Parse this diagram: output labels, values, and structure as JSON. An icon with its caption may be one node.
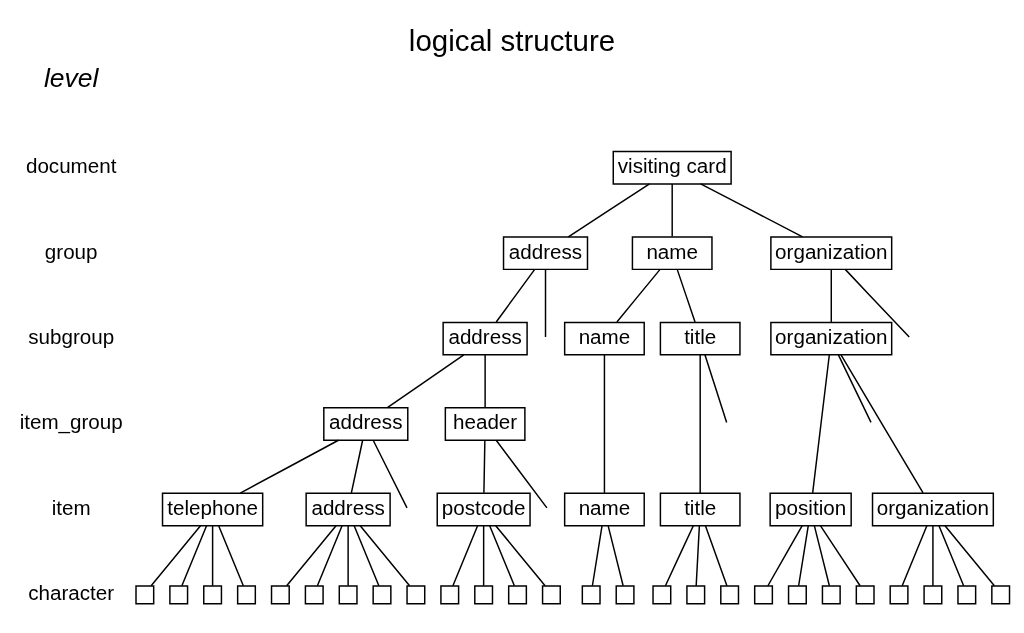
{
  "diagram": {
    "title": "logical structure",
    "nodes": [
      {
        "text": [
          "visiting card"
        ]
      },
      {
        "text": [
          "address"
        ]
      },
      {
        "text": [
          "name"
        ]
      },
      {
        "text": [
          "organization"
        ]
      },
      {
        "text": [
          "address"
        ]
      },
      {
        "text": [
          "name"
        ]
      },
      {
        "text": [
          "title"
        ]
      },
      {
        "text": [
          "organization"
        ]
      },
      {
        "text": [
          "address"
        ]
      },
      {
        "text": [
          "header"
        ]
      },
      {
        "text": [
          "telephone"
        ]
      },
      {
        "text": [
          "address"
        ]
      },
      {
        "text": [
          "postcode"
        ]
      },
      {
        "text": [
          "name"
        ]
      },
      {
        "text": [
          "title"
        ]
      },
      {
        "text": [
          "position"
        ]
      },
      {
        "text": [
          "organization"
        ]
      },
      {
        "text": [],
        "shape": "box"
      },
      {
        "text": [],
        "shape": "box"
      },
      {
        "text": [],
        "shape": "box"
      },
      {
        "text": [],
        "shape": "box"
      },
      {
        "text": [],
        "shape": "box"
      },
      {
        "text": [],
        "shape": "box"
      },
      {
        "text": [],
        "shape": "box"
      },
      {
        "text": [],
        "shape": "box"
      },
      {
        "text": [],
        "shape": "box"
      },
      {
        "text": [],
        "shape": "box"
      },
      {
        "text": [],
        "shape": "box"
      },
      {
        "text": [],
        "shape": "box"
      },
      {
        "text": [],
        "shape": "box"
      },
      {
        "text": [],
        "shape": "box"
      },
      {
        "text": [],
        "shape": "box"
      },
      {
        "text": [],
        "shape": "box"
      },
      {
        "text": [],
        "shape": "box"
      },
      {
        "text": [],
        "shape": "box"
      },
      {
        "text": [],
        "shape": "box"
      },
      {
        "text": [],
        "shape": "box"
      },
      {
        "text": [],
        "shape": "box"
      },
      {
        "text": [],
        "shape": "box"
      },
      {
        "text": [],
        "shape": "box"
      },
      {
        "text": [],
        "shape": "box"
      },
      {
        "text": [],
        "shape": "box"
      },
      {
        "text": [],
        "shape": "box"
      }
    ],
    "edges": [
      {
        "from": 0,
        "to": 1,
        "arrow": "none"
      },
      {
        "from": 0,
        "to": 2,
        "arrow": "none"
      },
      {
        "from": 0,
        "to": 3,
        "arrow": "none"
      },
      {
        "from": 1,
        "to": null,
        "arrow": "none"
      },
      {
        "from": 1,
        "to": 4,
        "arrow": "none"
      },
      {
        "from": 2,
        "to": 5,
        "arrow": "none"
      },
      {
        "from": 2,
        "to": 6,
        "arrow": "none"
      },
      {
        "from": 3,
        "to": 7,
        "arrow": "none"
      },
      {
        "from": 3,
        "to": null,
        "arrow": "none"
      },
      {
        "from": 4,
        "to": 8,
        "arrow": "none"
      },
      {
        "from": 4,
        "to": 9,
        "arrow": "none"
      },
      {
        "from": 5,
        "to": 13,
        "arrow": "none"
      },
      {
        "from": 6,
        "to": null,
        "arrow": "none"
      },
      {
        "from": 6,
        "to": 14,
        "arrow": "none"
      },
      {
        "from": 7,
        "to": null,
        "arrow": "none"
      },
      {
        "from": 7,
        "to": 15,
        "arrow": "none"
      },
      {
        "from": 7,
        "to": 16,
        "arrow": "none"
      },
      {
        "from": 8,
        "to": null,
        "arrow": "none"
      },
      {
        "from": 8,
        "to": 10,
        "arrow": "none"
      },
      {
        "from": 8,
        "to": 11,
        "arrow": "none"
      },
      {
        "from": 9,
        "to": 12,
        "arrow": "none"
      },
      {
        "from": 9,
        "to": null,
        "arrow": "none"
      },
      {
        "from": 10,
        "to": 17,
        "arrow": "none"
      },
      {
        "from": 10,
        "to": 18,
        "arrow": "none"
      },
      {
        "from": 10,
        "to": 19,
        "arrow": "none"
      },
      {
        "from": 10,
        "to": 20,
        "arrow": "none"
      },
      {
        "from": 11,
        "to": 21,
        "arrow": "none"
      },
      {
        "from": 11,
        "to": 22,
        "arrow": "none"
      },
      {
        "from": 11,
        "to": 23,
        "arrow": "none"
      },
      {
        "from": 11,
        "to": 24,
        "arrow": "none"
      },
      {
        "from": 11,
        "to": 25,
        "arrow": "none"
      },
      {
        "from": 12,
        "to": 26,
        "arrow": "none"
      },
      {
        "from": 12,
        "to": 27,
        "arrow": "none"
      },
      {
        "from": 12,
        "to": 28,
        "arrow": "none"
      },
      {
        "from": 12,
        "to": 29,
        "arrow": "none"
      },
      {
        "from": 13,
        "to": 30,
        "arrow": "none"
      },
      {
        "from": 13,
        "to": 31,
        "arrow": "none"
      },
      {
        "from": 14,
        "to": 32,
        "arrow": "none"
      },
      {
        "from": 14,
        "to": 33,
        "arrow": "none"
      },
      {
        "from": 14,
        "to": 34,
        "arrow": "none"
      },
      {
        "from": 15,
        "to": 35,
        "arrow": "none"
      },
      {
        "from": 15,
        "to": 36,
        "arrow": "none"
      },
      {
        "from": 15,
        "to": 37,
        "arrow": "none"
      },
      {
        "from": 15,
        "to": 38,
        "arrow": "none"
      },
      {
        "from": 16,
        "to": 39,
        "arrow": "none"
      },
      {
        "from": 16,
        "to": 40,
        "arrow": "none"
      },
      {
        "from": 16,
        "to": 41,
        "arrow": "none"
      },
      {
        "from": 16,
        "to": 42,
        "arrow": "none"
      }
    ],
    "labels": [
      "level",
      "document",
      "group",
      "subgroup",
      "item_group",
      "item",
      "character"
    ]
  }
}
